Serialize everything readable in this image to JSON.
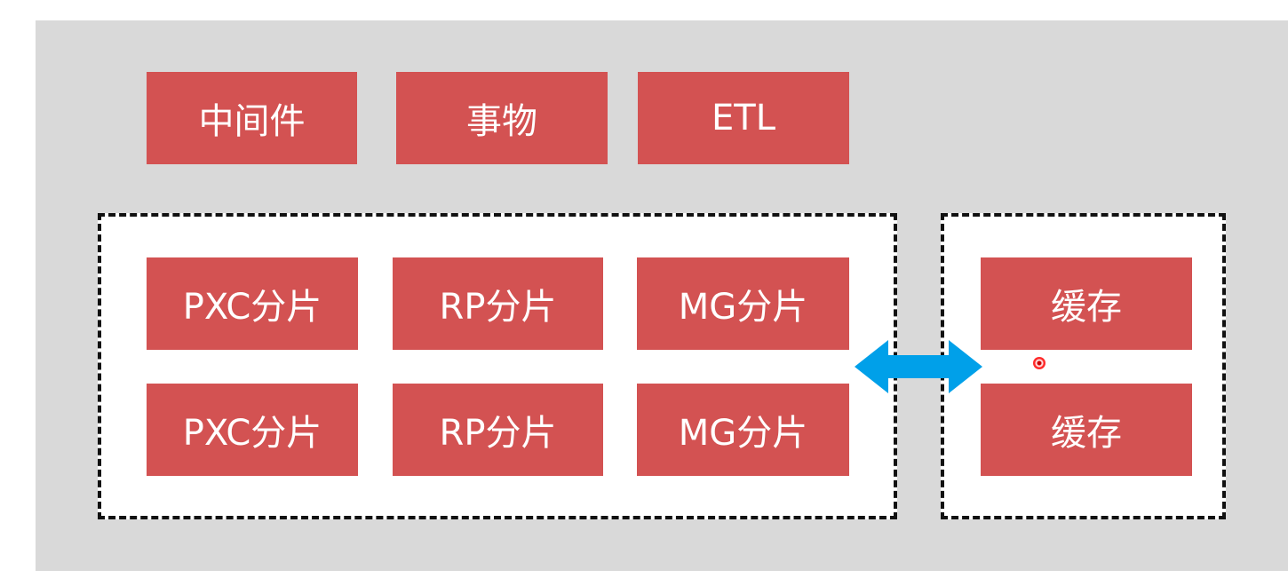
{
  "colors": {
    "background": "#d9d9d9",
    "box_fill": "#d35252",
    "box_text": "#ffffff",
    "group_border": "#111111",
    "arrow": "#00a0e9",
    "cursor": "#ff2a2a"
  },
  "top_row": {
    "middleware": "中间件",
    "transaction": "事物",
    "etl": "ETL"
  },
  "shards": {
    "row1": {
      "pxc": "PXC分片",
      "rp": "RP分片",
      "mg": "MG分片"
    },
    "row2": {
      "pxc": "PXC分片",
      "rp": "RP分片",
      "mg": "MG分片"
    }
  },
  "cache": {
    "item1": "缓存",
    "item2": "缓存"
  },
  "icons": {
    "arrow": "double-headed-arrow-icon",
    "cursor": "cursor-dot-icon"
  }
}
